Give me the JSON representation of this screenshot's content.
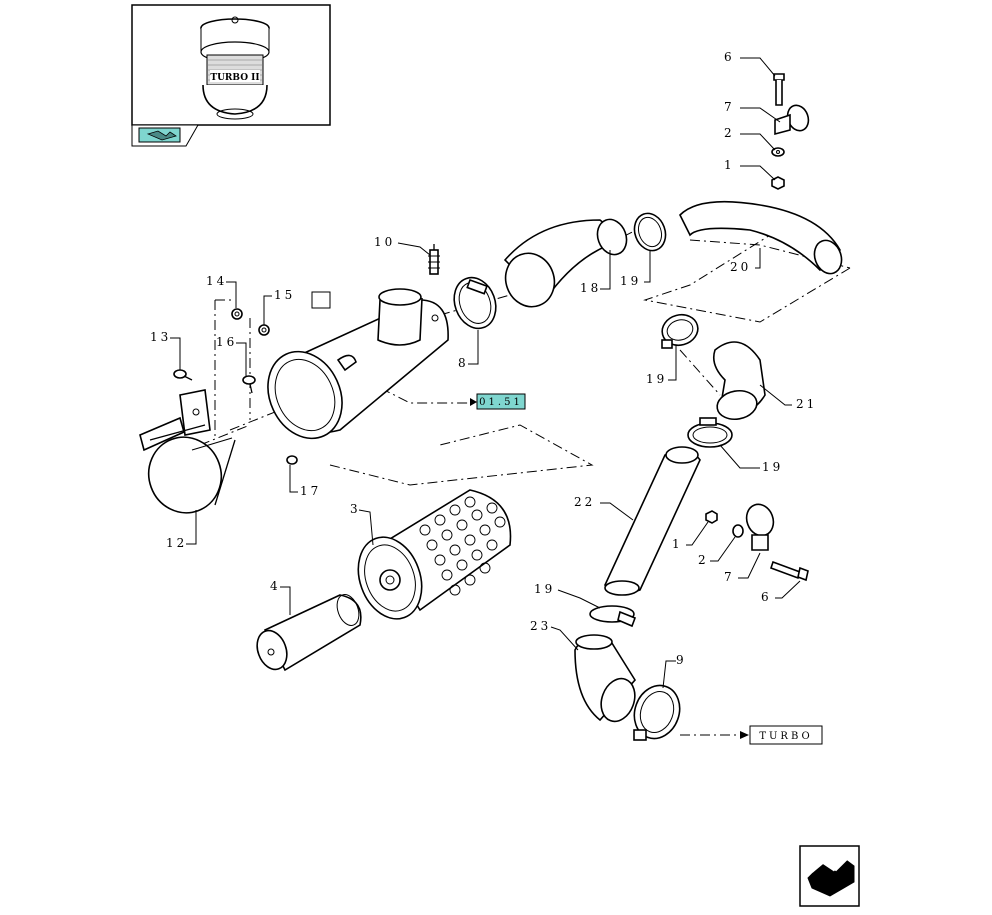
{
  "inset": {
    "product_label": "TURBO II",
    "nav_icon": "page-arrow-icon"
  },
  "references": {
    "group_ref": "01.51",
    "turbo_ref": "TURBO"
  },
  "callouts": [
    {
      "id": "c6a",
      "text": "6"
    },
    {
      "id": "c7a",
      "text": "7"
    },
    {
      "id": "c2a",
      "text": "2"
    },
    {
      "id": "c1a",
      "text": "1"
    },
    {
      "id": "c10",
      "text": "10"
    },
    {
      "id": "c14",
      "text": "14"
    },
    {
      "id": "c15",
      "text": "15"
    },
    {
      "id": "c13",
      "text": "13"
    },
    {
      "id": "c16",
      "text": "16"
    },
    {
      "id": "c12",
      "text": "12"
    },
    {
      "id": "c17",
      "text": "17"
    },
    {
      "id": "c8",
      "text": "8"
    },
    {
      "id": "c18",
      "text": "18"
    },
    {
      "id": "c19a",
      "text": "19"
    },
    {
      "id": "c20",
      "text": "20"
    },
    {
      "id": "c19b",
      "text": "19"
    },
    {
      "id": "c21",
      "text": "21"
    },
    {
      "id": "c19c",
      "text": "19"
    },
    {
      "id": "c22",
      "text": "22"
    },
    {
      "id": "c1b",
      "text": "1"
    },
    {
      "id": "c2b",
      "text": "2"
    },
    {
      "id": "c7b",
      "text": "7"
    },
    {
      "id": "c6b",
      "text": "6"
    },
    {
      "id": "c3",
      "text": "3"
    },
    {
      "id": "c4",
      "text": "4"
    },
    {
      "id": "c19d",
      "text": "19"
    },
    {
      "id": "c23",
      "text": "23"
    },
    {
      "id": "c9",
      "text": "9"
    }
  ],
  "footer": {
    "next_icon": "next-page-arrow-icon"
  }
}
